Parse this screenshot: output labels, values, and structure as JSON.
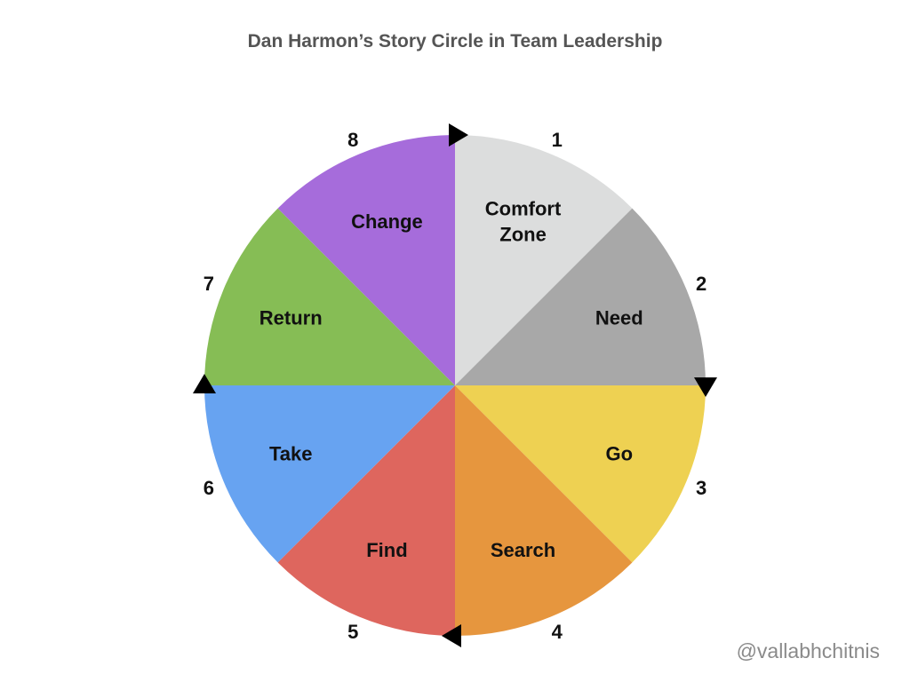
{
  "title": "Dan Harmon’s Story Circle in Team Leadership",
  "credit": "@vallabhchitnis",
  "segments": [
    {
      "step": "1",
      "label_lines": [
        "Comfort",
        "Zone"
      ],
      "color": "#dcdddd"
    },
    {
      "step": "2",
      "label_lines": [
        "Need"
      ],
      "color": "#a8a8a8"
    },
    {
      "step": "3",
      "label_lines": [
        "Go"
      ],
      "color": "#eed152"
    },
    {
      "step": "4",
      "label_lines": [
        "Search"
      ],
      "color": "#e6963e"
    },
    {
      "step": "5",
      "label_lines": [
        "Find"
      ],
      "color": "#de665e"
    },
    {
      "step": "6",
      "label_lines": [
        "Take"
      ],
      "color": "#67a3f1"
    },
    {
      "step": "7",
      "label_lines": [
        "Return"
      ],
      "color": "#86bd55"
    },
    {
      "step": "8",
      "label_lines": [
        "Change"
      ],
      "color": "#a66cdb"
    }
  ],
  "arrows": [
    {
      "name": "arrow-icon-right",
      "direction": "right"
    },
    {
      "name": "arrow-icon-down",
      "direction": "down"
    },
    {
      "name": "arrow-icon-left",
      "direction": "left"
    },
    {
      "name": "arrow-icon-up",
      "direction": "up"
    }
  ]
}
